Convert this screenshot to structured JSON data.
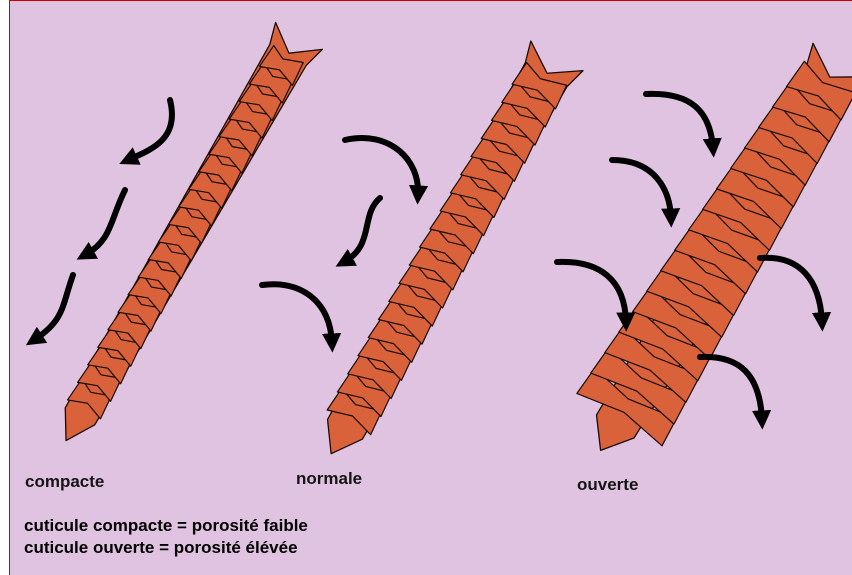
{
  "colors": {
    "background": "#e0c3e0",
    "hair": "#d9623a",
    "outline": "#1a0a05",
    "arrow": "#000000",
    "frame_border": "#cc0000"
  },
  "labels": {
    "compacte": "compacte",
    "normale": "normale",
    "ouverte": "ouverte"
  },
  "legend": {
    "line1": "cuticule compacte = porosité faible",
    "line2": "cuticule ouverte = porosité élévée"
  }
}
